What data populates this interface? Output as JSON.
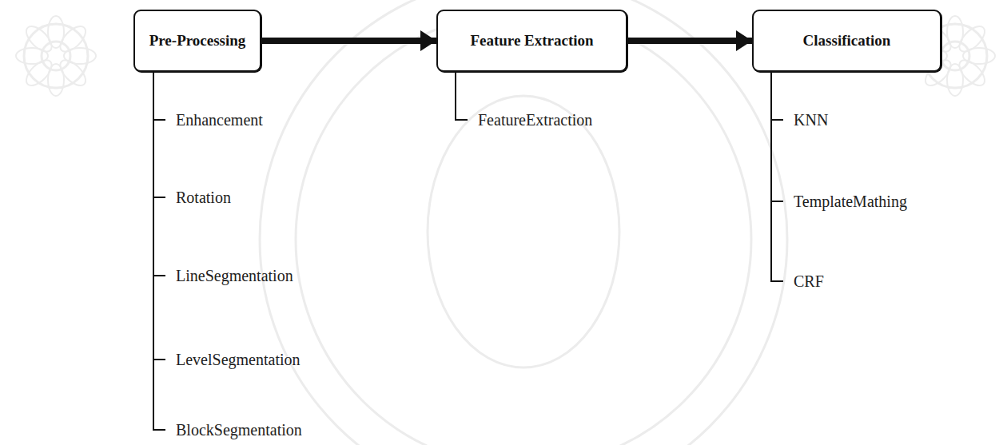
{
  "diagram": {
    "nodes": [
      {
        "text": [
          "Pre-Processing"
        ]
      },
      {
        "text": [
          "Feature Extraction"
        ]
      },
      {
        "text": [
          "Classification"
        ]
      }
    ],
    "edges": [
      {
        "from": 0,
        "to": 1,
        "arrow": "to"
      },
      {
        "from": 1,
        "to": 2,
        "arrow": "to"
      }
    ],
    "labels": [
      "Enhancement",
      "Rotation",
      "LineSegmentation",
      "LevelSegmentation",
      "BlockSegmentation",
      "FeatureExtraction",
      "KNN",
      "TemplateMathing",
      "CRF"
    ]
  }
}
